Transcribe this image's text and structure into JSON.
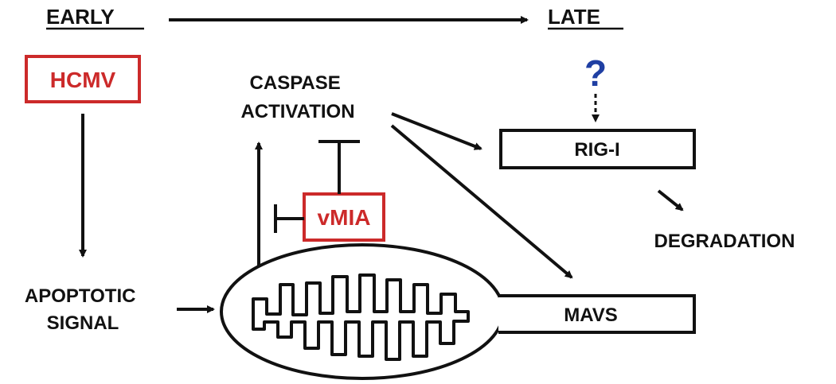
{
  "labels": {
    "early": "EARLY",
    "late": "LATE",
    "hcmv": "HCMV",
    "caspase_line1": "CASPASE",
    "caspase_line2": "ACTIVATION",
    "question": "?",
    "rig_i": "RIG-I",
    "vmia": "vMIA",
    "degradation": "DEGRADATION",
    "apoptotic_line1": "APOPTOTIC",
    "apoptotic_line2": "SIGNAL",
    "mavs": "MAVS"
  },
  "colors": {
    "text": "#111111",
    "viral_protein": "#cc2a2a",
    "unknown_factor": "#1f3fa3"
  }
}
